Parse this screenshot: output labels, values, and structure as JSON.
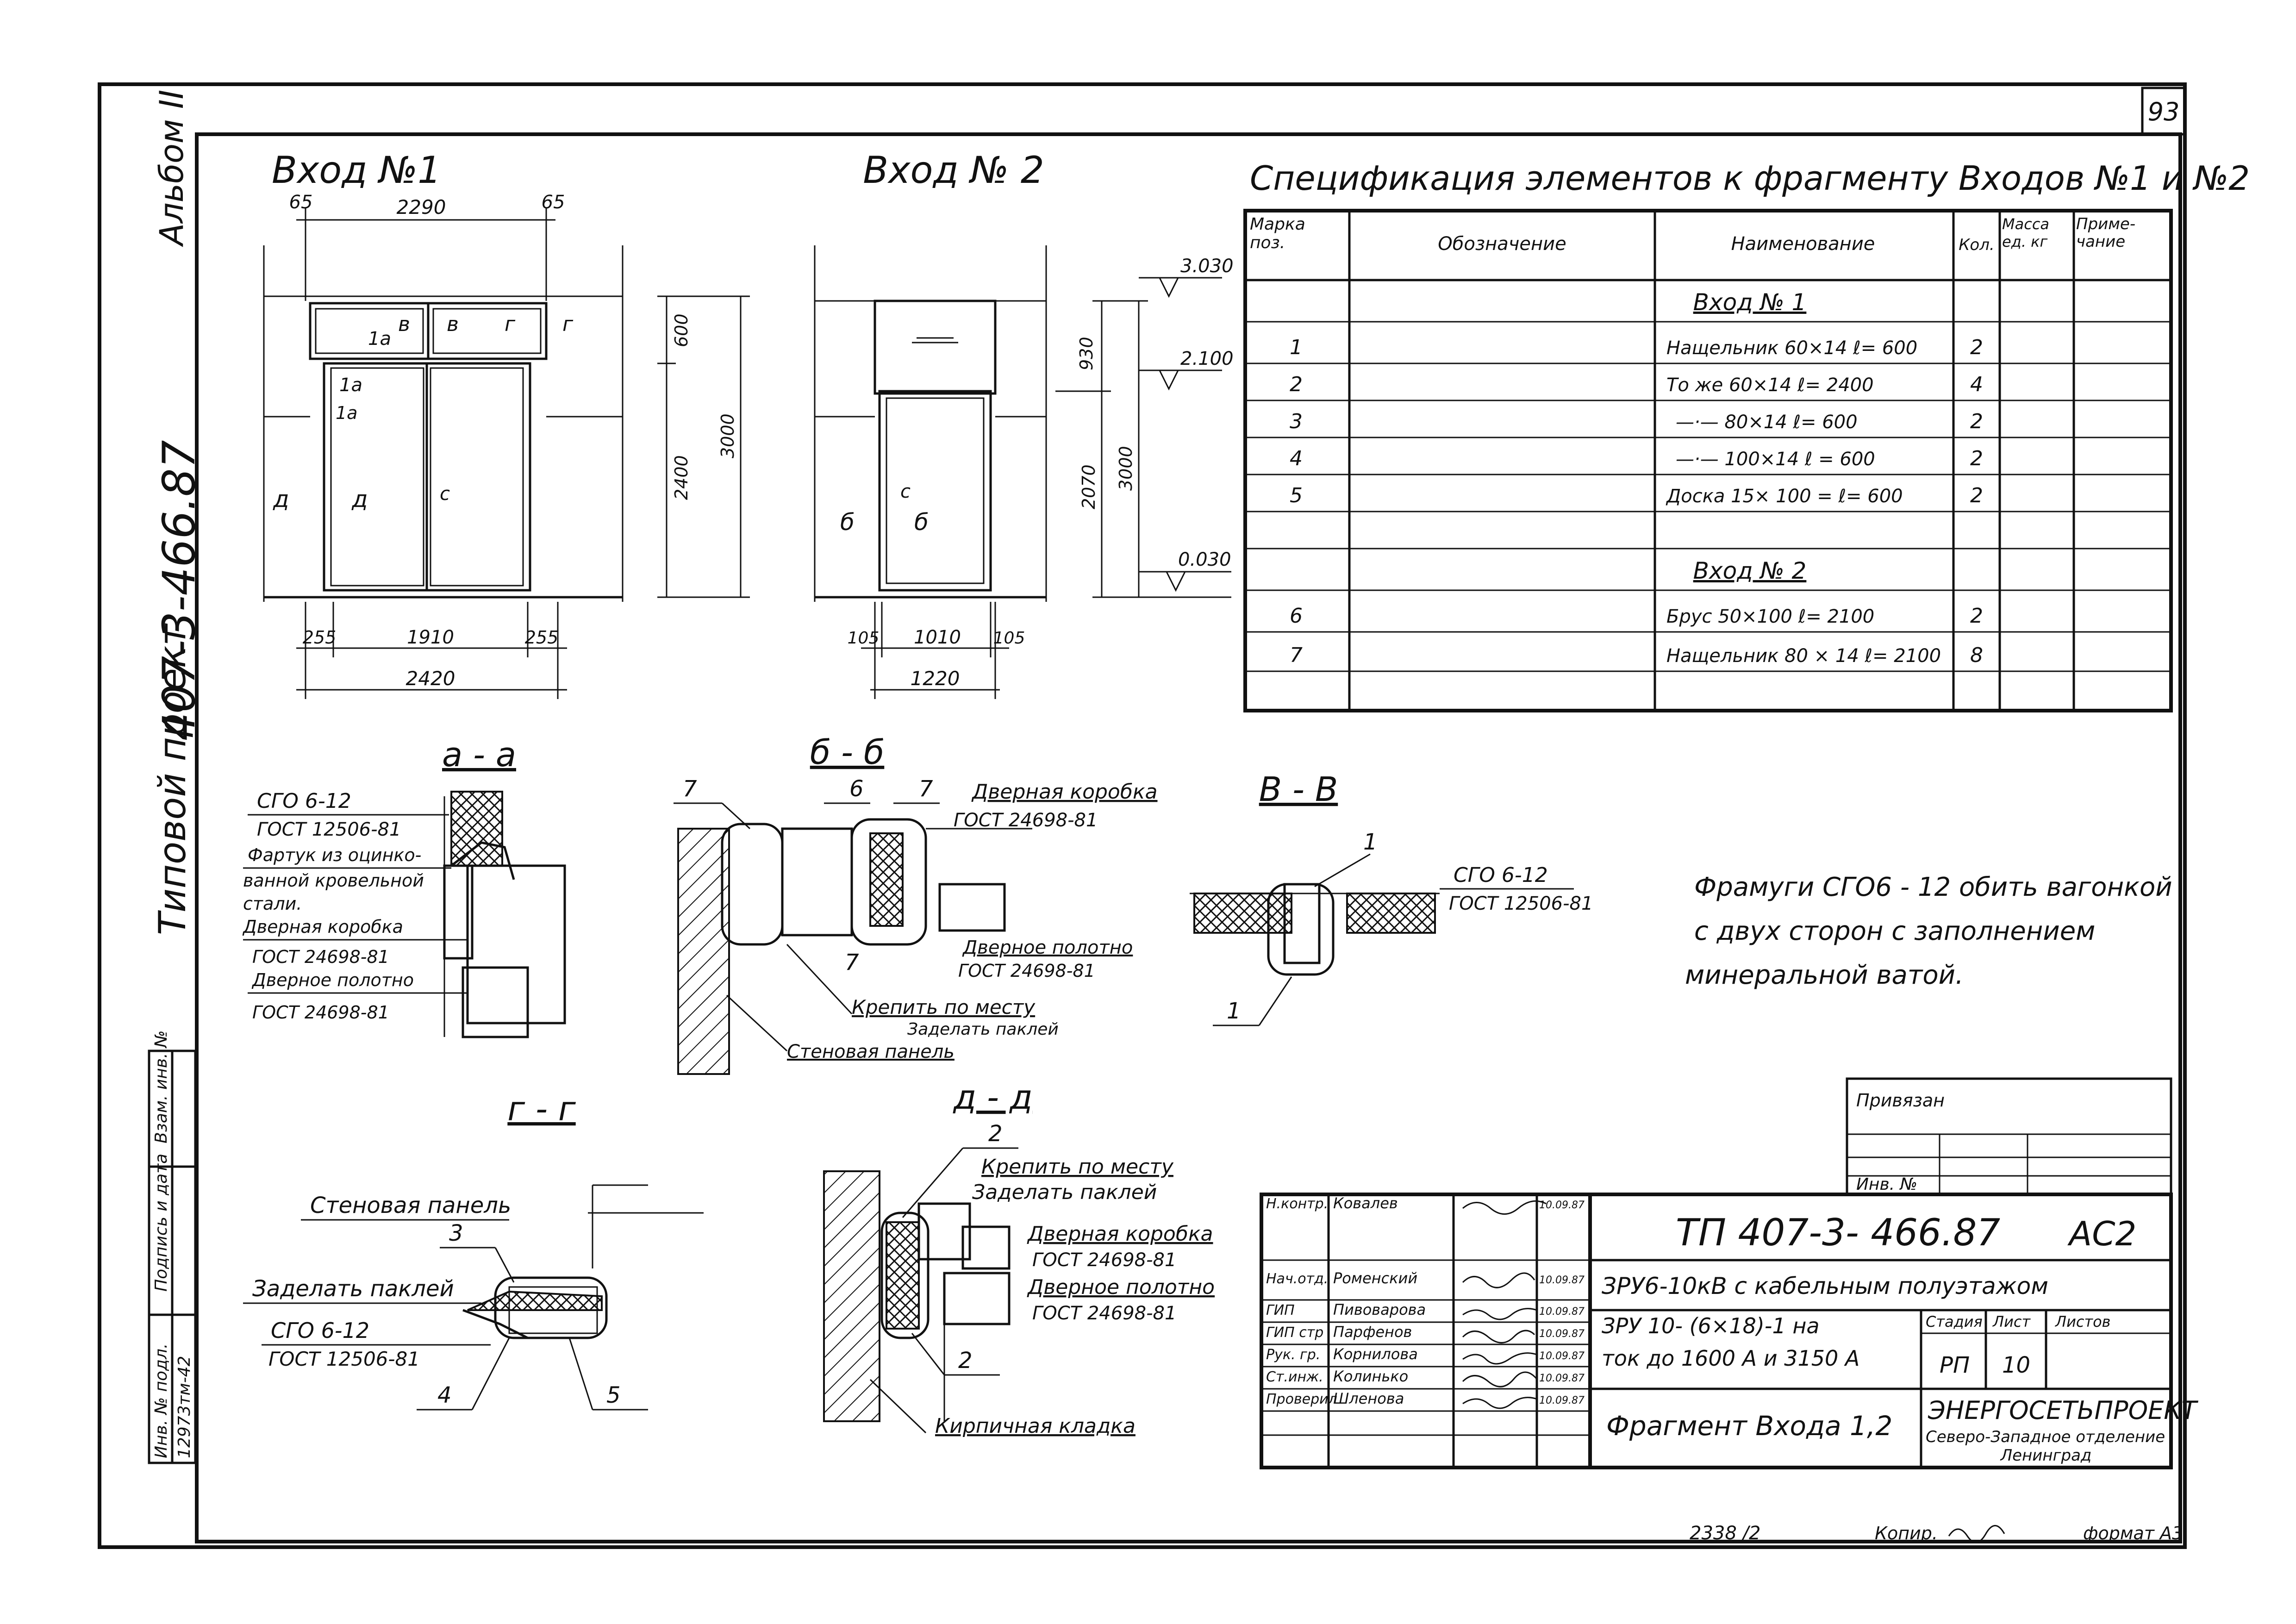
{
  "sheet_number": "93",
  "left_margin": {
    "album": "Альбом II",
    "code": "407-3-466.87",
    "label": "Типовой проект"
  },
  "left_stamp": {
    "inv_podl_label": "Инв. № подл.",
    "inv_podl_value": "12973тм-42",
    "signature_label": "Подпись и дата",
    "vzam_label": "Взам. инв. №"
  },
  "elevation1": {
    "title": "Вход №1",
    "dims": {
      "top_left": "65",
      "top_width": "2290",
      "top_right": "65",
      "h_upper": "600",
      "h_door": "2400",
      "h_total": "3000",
      "b_left": "255",
      "b_width": "1910",
      "b_right": "255",
      "b_total": "2420"
    },
    "marks": {
      "m1a_a": "1а",
      "m1a_b": "1а",
      "m1a_c": "1а",
      "mv1": "в",
      "mv2": "в",
      "mg1": "г",
      "mg2": "г",
      "md1": "д",
      "md2": "д",
      "mc": "с"
    }
  },
  "elevation2": {
    "title": "Вход № 2",
    "dims": {
      "h_upper": "930",
      "h_door": "2070",
      "h_total": "3000",
      "b_left": "105",
      "b_width": "1010",
      "b_right": "105",
      "b_total": "1220"
    },
    "levels": {
      "top": "3.030",
      "mid": "2.100",
      "bottom": "0.030"
    },
    "marks": {
      "mb1": "б",
      "mb2": "б",
      "mc": "с"
    }
  },
  "spec": {
    "title": "Спецификация элементов к фрагменту Входов №1 и №2",
    "headers": {
      "pos": "Марка поз.",
      "designation": "Обозначение",
      "name": "Наименование",
      "qty": "Кол.",
      "mass": "Масса ед. кг",
      "note": "Приме- чание"
    },
    "group1": "Вход № 1",
    "group2": "Вход № 2",
    "rows1": [
      {
        "pos": "1",
        "name": "Нащельник 60×14 ℓ= 600",
        "qty": "2"
      },
      {
        "pos": "2",
        "name": "То же 60×14 ℓ= 2400",
        "qty": "4"
      },
      {
        "pos": "3",
        "name": "—·— 80×14 ℓ= 600",
        "qty": "2"
      },
      {
        "pos": "4",
        "name": "—·— 100×14 ℓ = 600",
        "qty": "2"
      },
      {
        "pos": "5",
        "name": "Доска 15× 100 = ℓ= 600",
        "qty": "2"
      }
    ],
    "rows2": [
      {
        "pos": "6",
        "name": "Брус 50×100 ℓ= 2100",
        "qty": "2"
      },
      {
        "pos": "7",
        "name": "Нащельник 80 × 14 ℓ= 2100",
        "qty": "8"
      }
    ]
  },
  "section_aa": {
    "title": "а - а",
    "l1": "СГО 6-12",
    "l2": "ГОСТ 12506-81",
    "l3": "Фартук из оцинко-",
    "l4": "ванной кровельной",
    "l5": "стали.",
    "l6": "Дверная коробка",
    "l7": "ГОСТ 24698-81",
    "l8": "Дверное полотно",
    "l9": "ГОСТ 24698-81"
  },
  "section_bb": {
    "title": "б - б",
    "p7a": "7",
    "p6": "6",
    "p7b": "7",
    "p7c": "7",
    "l1": "Дверная коробка",
    "l2": "ГОСТ 24698-81",
    "l3": "Дверное полотно",
    "l4": "ГОСТ 24698-81",
    "l5": "Крепить по месту",
    "l6": "Заделать паклей",
    "l7": "Стеновая панель"
  },
  "section_vv": {
    "title": "В - В",
    "p1a": "1",
    "p1b": "1",
    "l1": "СГО 6-12",
    "l2": "ГОСТ 12506-81"
  },
  "note": {
    "line1": "Фрамуги СГО6 - 12 обить вагонкой",
    "line2": "с двух сторон с заполнением",
    "line3": "минеральной ватой."
  },
  "section_gg": {
    "title": "г - г",
    "p3": "3",
    "p4": "4",
    "p5": "5",
    "l1": "Стеновая панель",
    "l2": "Заделать паклей",
    "l3": "СГО 6-12",
    "l4": "ГОСТ 12506-81"
  },
  "section_dd": {
    "title": "д - д",
    "p2a": "2",
    "p2b": "2",
    "l1": "Крепить по месту",
    "l2": "Заделать паклей",
    "l3": "Дверная коробка",
    "l4": "ГОСТ 24698-81",
    "l5": "Дверное полотно",
    "l6": "ГОСТ 24698-81",
    "l7": "Кирпичная кладка"
  },
  "privyazan": {
    "label": "Привязан",
    "inv": "Инв. №"
  },
  "title_block": {
    "people": [
      {
        "role": "Н.контр.",
        "name": "Ковалев",
        "date": "10.09.87"
      },
      {
        "role": "Нач.отд.",
        "name": "Роменский",
        "date": "10.09.87"
      },
      {
        "role": "ГИП",
        "name": "Пивоварова",
        "date": "10.09.87"
      },
      {
        "role": "ГИП стр",
        "name": "Парфенов",
        "date": "10.09.87"
      },
      {
        "role": "Рук. гр.",
        "name": "Корнилова",
        "date": "10.09.87"
      },
      {
        "role": "Ст.инж.",
        "name": "Колинько",
        "date": "10.09.87"
      },
      {
        "role": "Проверил",
        "name": "Шленова",
        "date": "10.09.87"
      }
    ],
    "project_code": "ТП 407-3- 466.87",
    "part": "АС2",
    "object": "ЗРУ6-10кВ с кабельным полуэтажом",
    "subject1": "ЗРУ 10- (6×18)-1 на",
    "subject2": "ток до 1600 А и 3150 А",
    "stage_label": "Стадия",
    "sheet_label": "Лист",
    "sheets_label": "Листов",
    "stage": "РП",
    "sheet": "10",
    "drawing": "Фрагмент Входа 1,2",
    "org1": "ЭНЕРГОСЕТЬПРОЕКТ",
    "org2": "Северо-Западное отделение",
    "org3": "Ленинград"
  },
  "footer": {
    "order": "2338 /2",
    "copy_label": "Копир.",
    "format": "формат А3"
  }
}
